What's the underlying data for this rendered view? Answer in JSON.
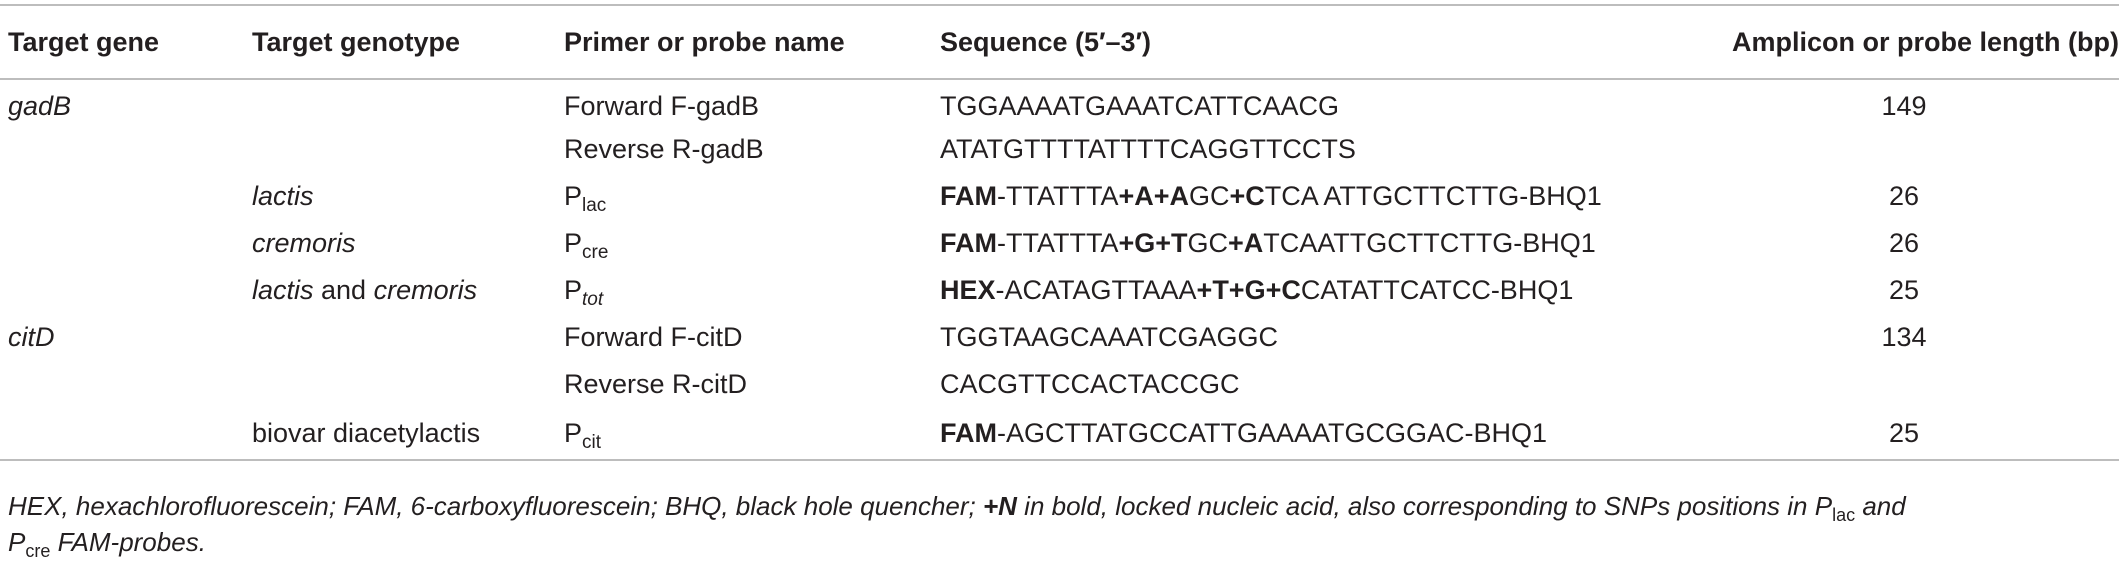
{
  "table": {
    "headers": {
      "target_gene": "Target gene",
      "target_genotype": "Target genotype",
      "name": "Primer or probe name",
      "sequence": "Sequence (5′–3′)",
      "length": "Amplicon or probe length (bp)"
    },
    "rows": [
      {
        "gene": "gadB",
        "genotype": "",
        "name": "Forward F-gadB",
        "sequence": "TGGAAAATGAAATCATTCAACG",
        "length": "149"
      },
      {
        "gene": "",
        "genotype": "",
        "name": "Reverse R-gadB",
        "sequence": "ATATGTTTTATTTTCAGGTTCCTS",
        "length": ""
      },
      {
        "gene": "",
        "genotype": "lactis",
        "name_base": "P",
        "name_sub": "lac",
        "seq_parts": [
          {
            "t": "FAM",
            "b": true
          },
          {
            "t": "-TTATTTA",
            "b": false
          },
          {
            "t": "+A+A",
            "b": true
          },
          {
            "t": "GC",
            "b": false
          },
          {
            "t": "+C",
            "b": true
          },
          {
            "t": "TCA ATTGCTTCTTG-BHQ1",
            "b": false
          }
        ],
        "length": "26"
      },
      {
        "gene": "",
        "genotype": "cremoris",
        "name_base": "P",
        "name_sub": "cre",
        "seq_parts": [
          {
            "t": "FAM",
            "b": true
          },
          {
            "t": "-TTATTTA",
            "b": false
          },
          {
            "t": "+G+T",
            "b": true
          },
          {
            "t": "GC",
            "b": false
          },
          {
            "t": "+A",
            "b": true
          },
          {
            "t": "TCAATTGCTTCTTG-BHQ1",
            "b": false
          }
        ],
        "length": "26"
      },
      {
        "gene": "",
        "genotype_a": "lactis",
        "genotype_mid": " and ",
        "genotype_b": "cremoris",
        "name_base": "P",
        "name_sub": "tot",
        "seq_parts": [
          {
            "t": "HEX",
            "b": true
          },
          {
            "t": "-ACATAGTTAAA",
            "b": false
          },
          {
            "t": "+T+G+C",
            "b": true
          },
          {
            "t": "CATATTCATCC-BHQ1",
            "b": false
          }
        ],
        "length": "25"
      },
      {
        "gene": "citD",
        "genotype": "",
        "name": "Forward F-citD",
        "sequence": "TGGTAAGCAAATCGAGGC",
        "length": "134"
      },
      {
        "gene": "",
        "genotype": "",
        "name": "Reverse R-citD",
        "sequence": "CACGTTCCACTACCGC",
        "length": ""
      },
      {
        "gene": "",
        "genotype": "biovar diacetylactis",
        "name_base": "P",
        "name_sub": "cit",
        "seq_parts": [
          {
            "t": "FAM",
            "b": true
          },
          {
            "t": "-AGCTTATGCCATTGAAAATGCGGAC-BHQ1",
            "b": false
          }
        ],
        "length": "25"
      }
    ]
  },
  "footnote": {
    "text1": "HEX, hexachlorofluorescein; FAM, 6-carboxyfluorescein; BHQ, black hole quencher; ",
    "bold": "+N",
    "text2": " in bold, locked nucleic acid, also corresponding to SNPs positions in P",
    "sub1": "lac",
    "text3": " and",
    "text4": "P",
    "sub2": "cre",
    "text5": " FAM-probes."
  }
}
